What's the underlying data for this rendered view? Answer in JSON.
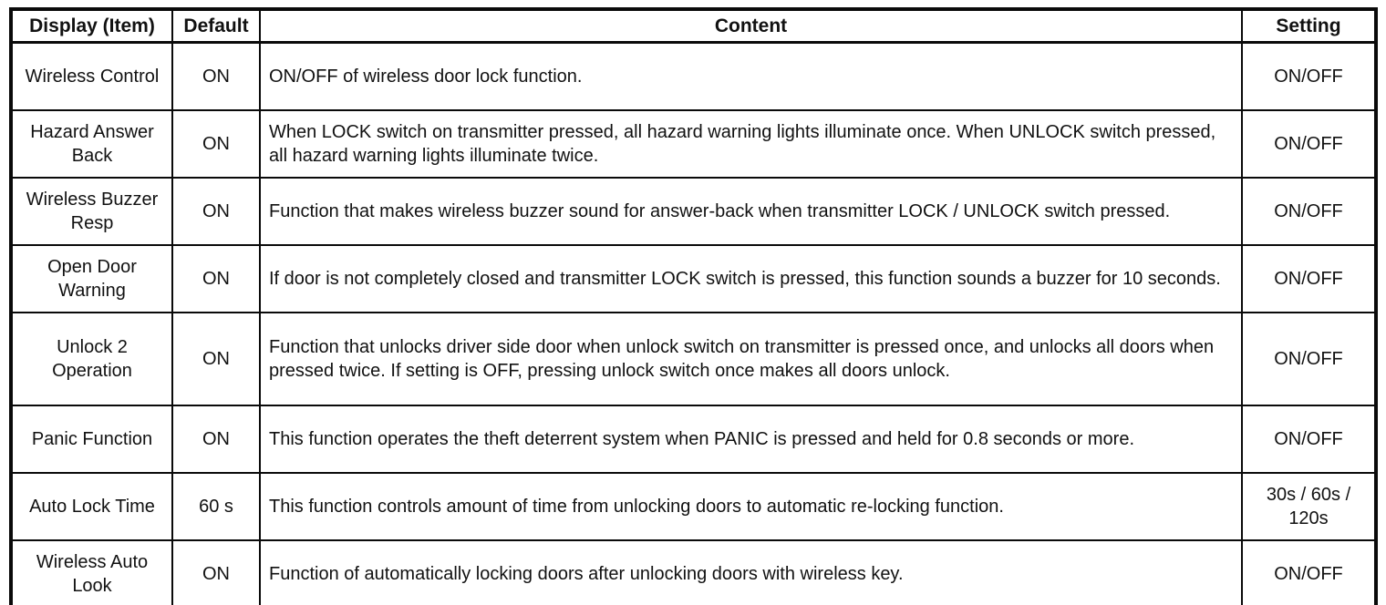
{
  "table": {
    "headers": [
      "Display (Item)",
      "Default",
      "Content",
      "Setting"
    ],
    "rows": [
      {
        "item": "Wireless Control",
        "default": "ON",
        "content": "ON/OFF of wireless door lock function.",
        "setting": "ON/OFF"
      },
      {
        "item": "Hazard Answer Back",
        "default": "ON",
        "content": "When LOCK switch on transmitter pressed, all hazard warning lights illuminate once. When UNLOCK switch pressed, all hazard warning lights illuminate twice.",
        "setting": "ON/OFF"
      },
      {
        "item": "Wireless Buzzer Resp",
        "default": "ON",
        "content": "Function that makes wireless buzzer sound for answer-back when transmitter LOCK / UNLOCK switch pressed.",
        "setting": "ON/OFF"
      },
      {
        "item": "Open Door Warning",
        "default": "ON",
        "content": "If door is not completely closed and transmitter LOCK switch is pressed, this function sounds a buzzer for 10 seconds.",
        "setting": "ON/OFF"
      },
      {
        "item": "Unlock 2 Operation",
        "default": "ON",
        "content": "Function that unlocks driver side door when unlock switch on transmitter is pressed once, and unlocks all doors when pressed twice. If setting is OFF, pressing unlock switch once makes all doors unlock.",
        "setting": "ON/OFF"
      },
      {
        "item": "Panic Function",
        "default": "ON",
        "content": "This function operates the theft deterrent system when PANIC is pressed and held for 0.8 seconds or more.",
        "setting": "ON/OFF"
      },
      {
        "item": "Auto Lock Time",
        "default": "60 s",
        "content": "This function controls amount of time from unlocking doors to automatic re-locking function.",
        "setting": "30s / 60s / 120s"
      },
      {
        "item": "Wireless Auto Look",
        "default": "ON",
        "content": "Function of automatically locking doors after unlocking doors with wireless key.",
        "setting": "ON/OFF"
      }
    ]
  }
}
